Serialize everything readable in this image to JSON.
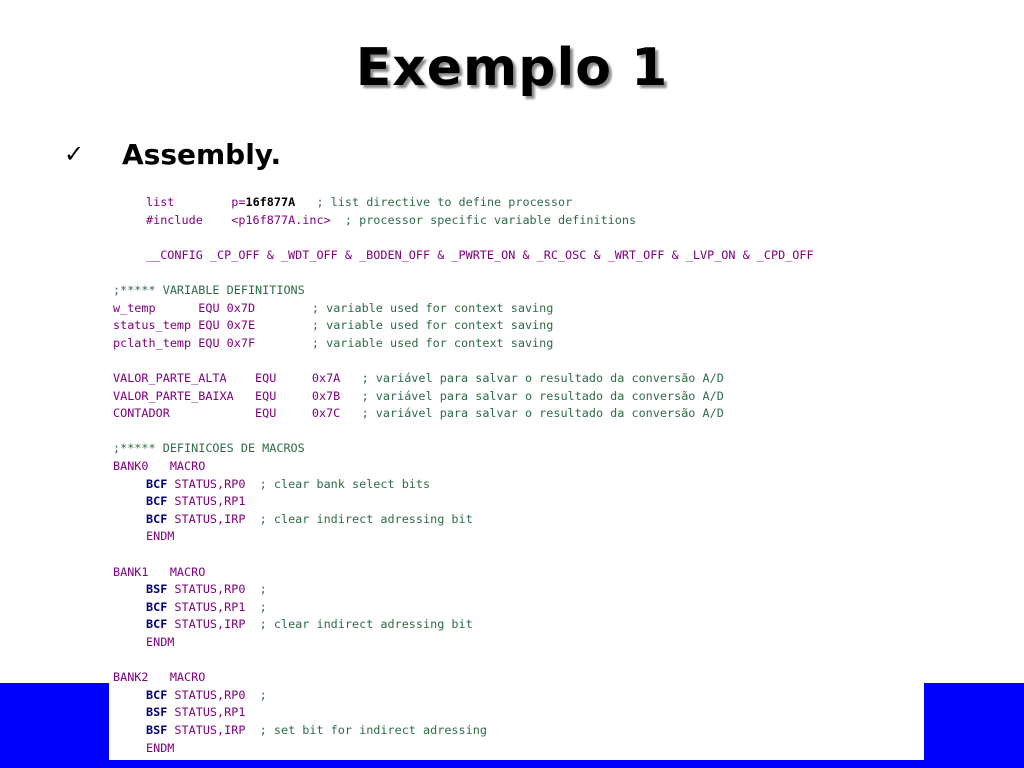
{
  "slide": {
    "title": "Exemplo 1",
    "bullet": {
      "icon": "checkmark-icon",
      "icon_glyph": "✓",
      "text": "Assembly."
    }
  },
  "colors": {
    "bottom_band": "#0000ff",
    "directive": "#800080",
    "opcode": "#000080",
    "comment": "#2e6b46"
  },
  "code": [
    {
      "indent": 4,
      "segs": [
        {
          "t": "list",
          "c": "dir"
        },
        {
          "t": "        ",
          "c": "plain"
        },
        {
          "t": "p=",
          "c": "num"
        },
        {
          "t": "16f877A",
          "c": "numb"
        },
        {
          "t": "   ; list directive to define processor",
          "c": "cmt"
        }
      ]
    },
    {
      "indent": 4,
      "segs": [
        {
          "t": "#include",
          "c": "dir"
        },
        {
          "t": "    ",
          "c": "plain"
        },
        {
          "t": "<p16f877A.inc>",
          "c": "num"
        },
        {
          "t": "  ; processor specific variable definitions",
          "c": "cmt"
        }
      ]
    },
    {
      "indent": 0,
      "segs": []
    },
    {
      "indent": 4,
      "segs": [
        {
          "t": "__CONFIG _CP_OFF & _WDT_OFF & _BODEN_OFF & _PWRTE_ON & _RC_OSC & _WRT_OFF & _LVP_ON & _CPD_OFF",
          "c": "dir"
        }
      ]
    },
    {
      "indent": 0,
      "segs": []
    },
    {
      "indent": 0,
      "segs": [
        {
          "t": ";***** VARIABLE DEFINITIONS",
          "c": "cmt"
        }
      ]
    },
    {
      "indent": 0,
      "segs": [
        {
          "t": "w_temp      ",
          "c": "lbl"
        },
        {
          "t": "EQU",
          "c": "dir"
        },
        {
          "t": " 0x7D",
          "c": "num"
        },
        {
          "t": "        ; variable used for context saving",
          "c": "cmt"
        }
      ]
    },
    {
      "indent": 0,
      "segs": [
        {
          "t": "status_temp ",
          "c": "lbl"
        },
        {
          "t": "EQU",
          "c": "dir"
        },
        {
          "t": " 0x7E",
          "c": "num"
        },
        {
          "t": "        ; variable used for context saving",
          "c": "cmt"
        }
      ]
    },
    {
      "indent": 0,
      "segs": [
        {
          "t": "pclath_temp ",
          "c": "lbl"
        },
        {
          "t": "EQU",
          "c": "dir"
        },
        {
          "t": " 0x7F",
          "c": "num"
        },
        {
          "t": "        ; variable used for context saving",
          "c": "cmt"
        }
      ]
    },
    {
      "indent": 0,
      "segs": []
    },
    {
      "indent": 0,
      "segs": [
        {
          "t": "VALOR_PARTE_ALTA    ",
          "c": "lbl"
        },
        {
          "t": "EQU",
          "c": "dir"
        },
        {
          "t": "     0x7A",
          "c": "num"
        },
        {
          "t": "   ; variável para salvar o resultado da conversão A/D",
          "c": "cmt"
        }
      ]
    },
    {
      "indent": 0,
      "segs": [
        {
          "t": "VALOR_PARTE_BAIXA   ",
          "c": "lbl"
        },
        {
          "t": "EQU",
          "c": "dir"
        },
        {
          "t": "     0x7B",
          "c": "num"
        },
        {
          "t": "   ; variável para salvar o resultado da conversão A/D",
          "c": "cmt"
        }
      ]
    },
    {
      "indent": 0,
      "segs": [
        {
          "t": "CONTADOR            ",
          "c": "lbl"
        },
        {
          "t": "EQU",
          "c": "dir"
        },
        {
          "t": "     0x7C",
          "c": "num"
        },
        {
          "t": "   ; variável para salvar o resultado da conversão A/D",
          "c": "cmt"
        }
      ]
    },
    {
      "indent": 0,
      "segs": []
    },
    {
      "indent": 0,
      "segs": [
        {
          "t": ";***** DEFINICOES DE MACROS",
          "c": "cmt"
        }
      ]
    },
    {
      "indent": 0,
      "segs": [
        {
          "t": "BANK0   ",
          "c": "lbl"
        },
        {
          "t": "MACRO",
          "c": "mac"
        }
      ]
    },
    {
      "indent": 4,
      "segs": [
        {
          "t": "BCF",
          "c": "op"
        },
        {
          "t": " STATUS,RP0",
          "c": "reg"
        },
        {
          "t": "  ; clear bank select bits",
          "c": "cmt"
        }
      ]
    },
    {
      "indent": 4,
      "segs": [
        {
          "t": "BCF",
          "c": "op"
        },
        {
          "t": " STATUS,RP1",
          "c": "reg"
        }
      ]
    },
    {
      "indent": 4,
      "segs": [
        {
          "t": "BCF",
          "c": "op"
        },
        {
          "t": " STATUS,IRP",
          "c": "reg"
        },
        {
          "t": "  ; clear indirect adressing bit",
          "c": "cmt"
        }
      ]
    },
    {
      "indent": 4,
      "segs": [
        {
          "t": "ENDM",
          "c": "mac"
        }
      ]
    },
    {
      "indent": 0,
      "segs": []
    },
    {
      "indent": 0,
      "segs": [
        {
          "t": "BANK1   ",
          "c": "lbl"
        },
        {
          "t": "MACRO",
          "c": "mac"
        }
      ]
    },
    {
      "indent": 4,
      "segs": [
        {
          "t": "BSF",
          "c": "op"
        },
        {
          "t": " STATUS,RP0",
          "c": "reg"
        },
        {
          "t": "  ;",
          "c": "cmt"
        }
      ]
    },
    {
      "indent": 4,
      "segs": [
        {
          "t": "BCF",
          "c": "op"
        },
        {
          "t": " STATUS,RP1",
          "c": "reg"
        },
        {
          "t": "  ;",
          "c": "cmt"
        }
      ]
    },
    {
      "indent": 4,
      "segs": [
        {
          "t": "BCF",
          "c": "op"
        },
        {
          "t": " STATUS,IRP",
          "c": "reg"
        },
        {
          "t": "  ; clear indirect adressing bit",
          "c": "cmt"
        }
      ]
    },
    {
      "indent": 4,
      "segs": [
        {
          "t": "ENDM",
          "c": "mac"
        }
      ]
    },
    {
      "indent": 0,
      "segs": []
    },
    {
      "indent": 0,
      "segs": [
        {
          "t": "BANK2   ",
          "c": "lbl"
        },
        {
          "t": "MACRO",
          "c": "mac"
        }
      ]
    },
    {
      "indent": 4,
      "segs": [
        {
          "t": "BCF",
          "c": "op"
        },
        {
          "t": " STATUS,RP0",
          "c": "reg"
        },
        {
          "t": "  ;",
          "c": "cmt"
        }
      ]
    },
    {
      "indent": 4,
      "segs": [
        {
          "t": "BSF",
          "c": "op"
        },
        {
          "t": " STATUS,RP1",
          "c": "reg"
        }
      ]
    },
    {
      "indent": 4,
      "segs": [
        {
          "t": "BSF",
          "c": "op"
        },
        {
          "t": " STATUS,IRP",
          "c": "reg"
        },
        {
          "t": "  ; set bit for indirect adressing",
          "c": "cmt"
        }
      ]
    },
    {
      "indent": 4,
      "segs": [
        {
          "t": "ENDM",
          "c": "mac"
        }
      ]
    }
  ]
}
